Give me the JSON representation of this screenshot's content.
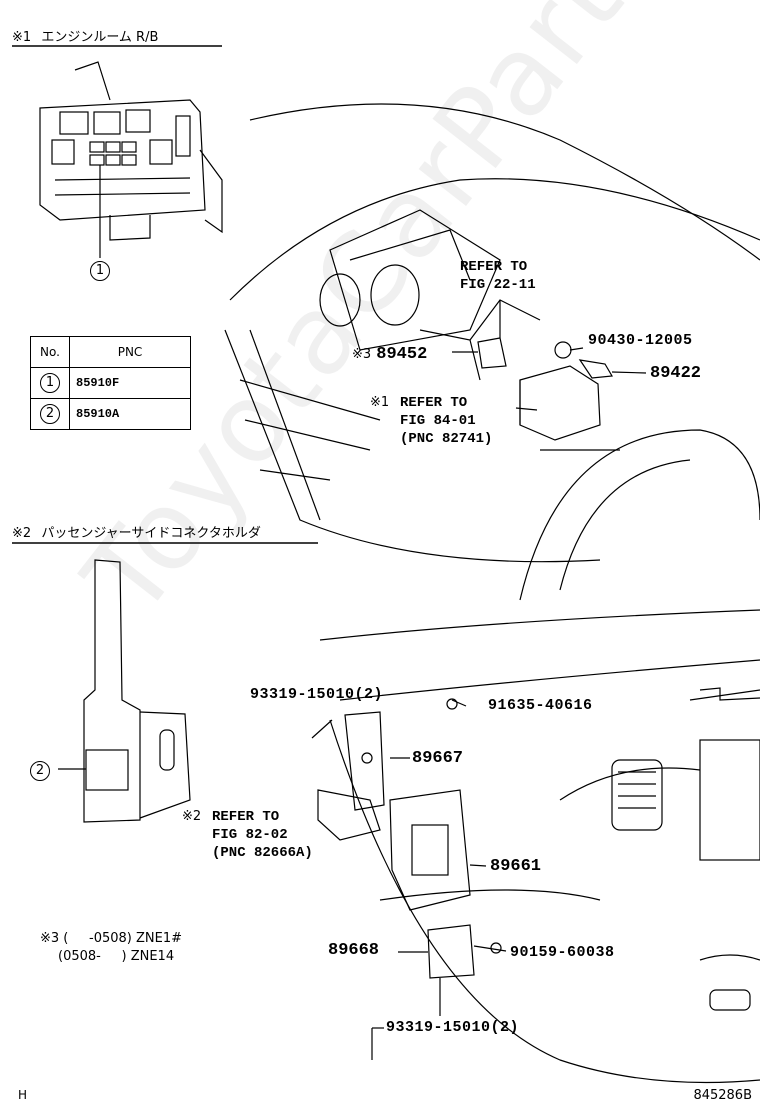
{
  "header1": {
    "mark": "※1",
    "text": "エンジンルーム  R/B"
  },
  "header2": {
    "mark": "※2",
    "text": "パッセンジャーサイドコネクタホルダ"
  },
  "table": {
    "headers": [
      "No.",
      "PNC"
    ],
    "rows": [
      {
        "no": "1",
        "pnc": "85910F"
      },
      {
        "no": "2",
        "pnc": "85910A"
      }
    ]
  },
  "callout_1": "1",
  "callout_2": "2",
  "parts": {
    "p89452_mark": "※3",
    "p89452": "89452",
    "p90430": "90430-12005",
    "p89422": "89422",
    "p93319_top": "93319-15010(2)",
    "p91635": "91635-40616",
    "p89667": "89667",
    "p89661": "89661",
    "p89668": "89668",
    "p90159": "90159-60038",
    "p93319_bottom": "93319-15010(2)"
  },
  "refs": {
    "ref1": [
      "REFER TO",
      "FIG 22-11"
    ],
    "ref2_mark": "※1",
    "ref2": [
      "REFER TO",
      "FIG 84-01",
      "(PNC 82741)"
    ],
    "ref3_mark": "※2",
    "ref3": [
      "REFER TO",
      "FIG 82-02",
      "(PNC 82666A)"
    ]
  },
  "note": {
    "line1": "※3 (     -0508) ZNE1#",
    "line2": "(0508-     ) ZNE14"
  },
  "footer": {
    "left": "H",
    "right": "845286B"
  },
  "watermark": "ToyotaCarParts.ru"
}
